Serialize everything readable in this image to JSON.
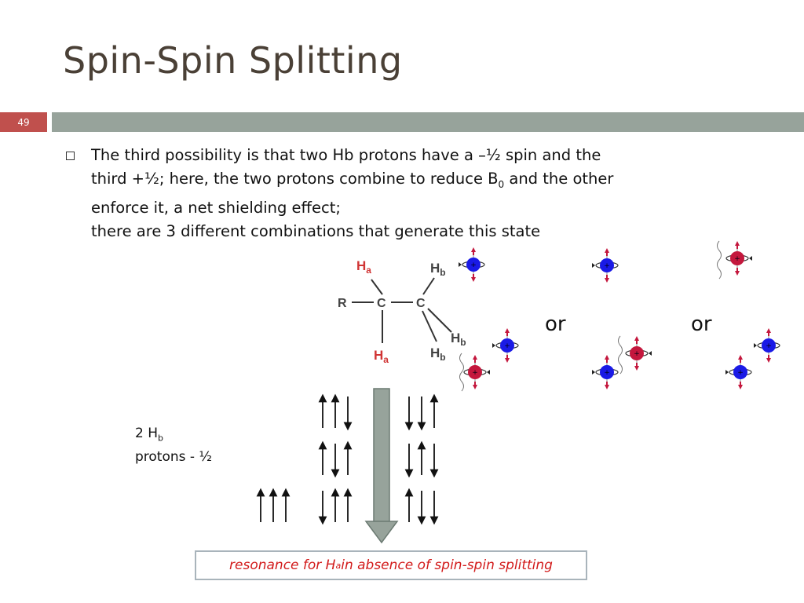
{
  "slide": {
    "title": "Spin-Spin Splitting",
    "number": "49"
  },
  "bullet": {
    "line1": "The third possibility is that two Hb protons have a –½ spin and the",
    "line2_pre": "third +½; here, the two protons combine to reduce B",
    "line2_sub": "0",
    "line2_post": " and the other",
    "line3": "enforce  it, a net shielding effect;",
    "line4": "there are 3 different combinations that generate this state"
  },
  "molecule": {
    "ha": "H",
    "ha_sub": "a",
    "hb": "H",
    "hb_sub": "b",
    "r": "R",
    "c": "C"
  },
  "separators": [
    "or",
    "or"
  ],
  "hb_label": {
    "line1_pre": "2 H",
    "line1_sub": "b",
    "line2": "protons - ½"
  },
  "resonance": {
    "pre": "resonance for H",
    "sub": "a",
    "post": " in absence of spin-spin splitting"
  },
  "colors": {
    "title": "#4a4036",
    "bar": "#97a39b",
    "slide_number_bg": "#c0504d",
    "ha_label": "#d03434",
    "proton_up": "#1a1ae6",
    "proton_down": "#c4173d",
    "resonance_text": "#d21a1a",
    "big_arrow": "#97a39b"
  },
  "spin_states": {
    "column_all_up": [
      [
        "up",
        "up",
        "up"
      ]
    ],
    "column_one_down": [
      [
        "up",
        "up",
        "down"
      ],
      [
        "up",
        "down",
        "up"
      ],
      [
        "down",
        "up",
        "up"
      ]
    ],
    "column_two_down": [
      [
        "down",
        "down",
        "up"
      ],
      [
        "down",
        "up",
        "down"
      ],
      [
        "up",
        "down",
        "down"
      ]
    ]
  },
  "proton_icons": [
    "proton-up-icon",
    "proton-down-icon",
    "field-wave-icon"
  ]
}
